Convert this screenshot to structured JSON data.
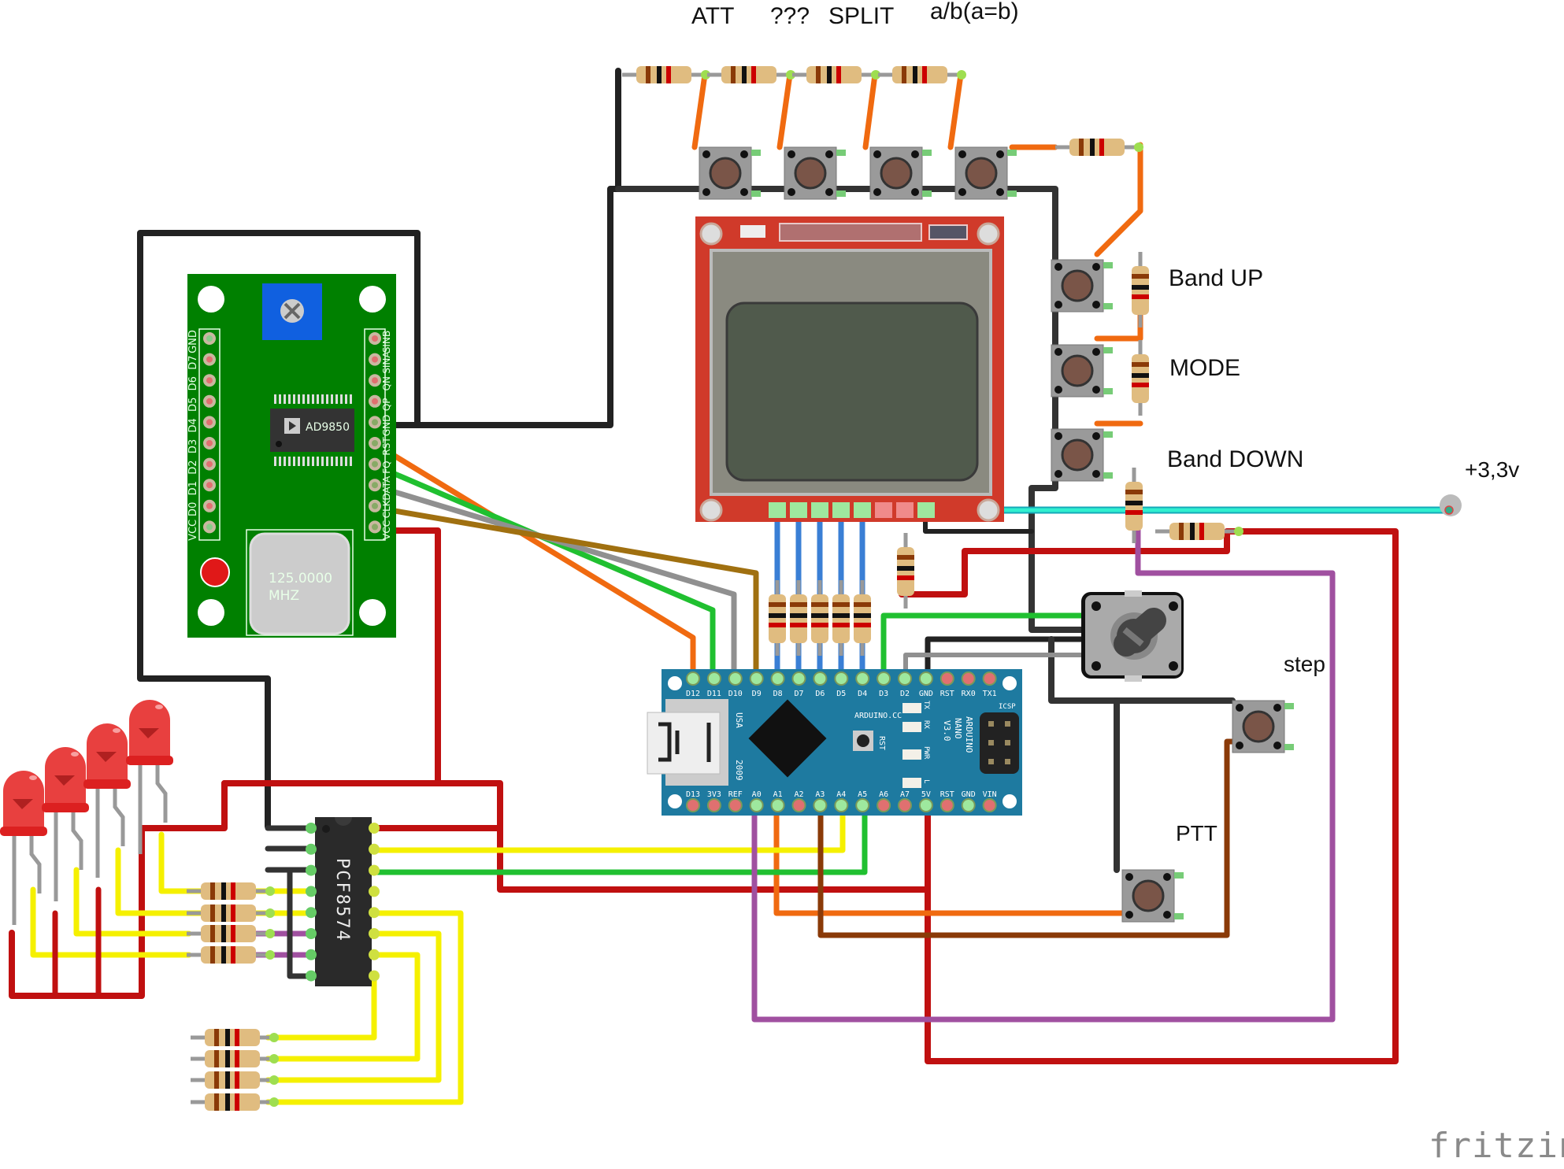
{
  "app": {
    "watermark": "fritzing"
  },
  "labels": {
    "top_buttons": [
      "ATT",
      "???",
      "SPLIT",
      "a/b(a=b)"
    ],
    "band_up": "Band UP",
    "mode": "MODE",
    "band_down": "Band DOWN",
    "supply": "+3,3v",
    "step": "step",
    "ptt": "PTT"
  },
  "ad9850": {
    "chip": "AD9850",
    "crystal_line1": "125.0000",
    "crystal_line2": "MHZ",
    "left_pins": [
      "GND",
      "D7",
      "D6",
      "D5",
      "D4",
      "D3",
      "D2",
      "D1",
      "D0",
      "VCC"
    ],
    "right_pins": [
      "SINB",
      "SINA",
      "QN",
      "QP",
      "GND",
      "RST",
      "FQ",
      "DATA",
      "CLK",
      "VCC"
    ]
  },
  "pcf8574": {
    "chip": "PCF8574"
  },
  "arduino": {
    "top_pins": [
      "D12",
      "D11",
      "D10",
      "D9",
      "D8",
      "D7",
      "D6",
      "D5",
      "D4",
      "D3",
      "D2",
      "GND",
      "RST",
      "RX0",
      "TX1"
    ],
    "bottom_pins": [
      "D13",
      "3V3",
      "REF",
      "A0",
      "A1",
      "A2",
      "A3",
      "A4",
      "A5",
      "A6",
      "A7",
      "5V",
      "RST",
      "GND",
      "VIN"
    ],
    "brand": "ARDUINO.CC",
    "model_line1": "ARDUINO",
    "model_line2": "NANO",
    "model_line3": "V3.0",
    "usa": "USA",
    "year": "2009",
    "rst": "RST",
    "icsp": "ICSP",
    "leds": [
      "TX",
      "RX",
      "PWR",
      "L"
    ]
  },
  "colors": {
    "wire_black": "#333333",
    "wire_red": "#c00000",
    "wire_orange": "#f06a10",
    "wire_green": "#20c030",
    "wire_yellow": "#f5f000",
    "wire_gray": "#909090",
    "wire_brown": "#a07010",
    "wire_darkbrown": "#8a3a08",
    "wire_blue": "#3a7fd5",
    "wire_purple": "#a050a0",
    "wire_cyan": "#30f0d0",
    "pcb_green": "#008000",
    "nano_blue": "#1e7aa0",
    "lcd_red": "#d03a2a"
  }
}
